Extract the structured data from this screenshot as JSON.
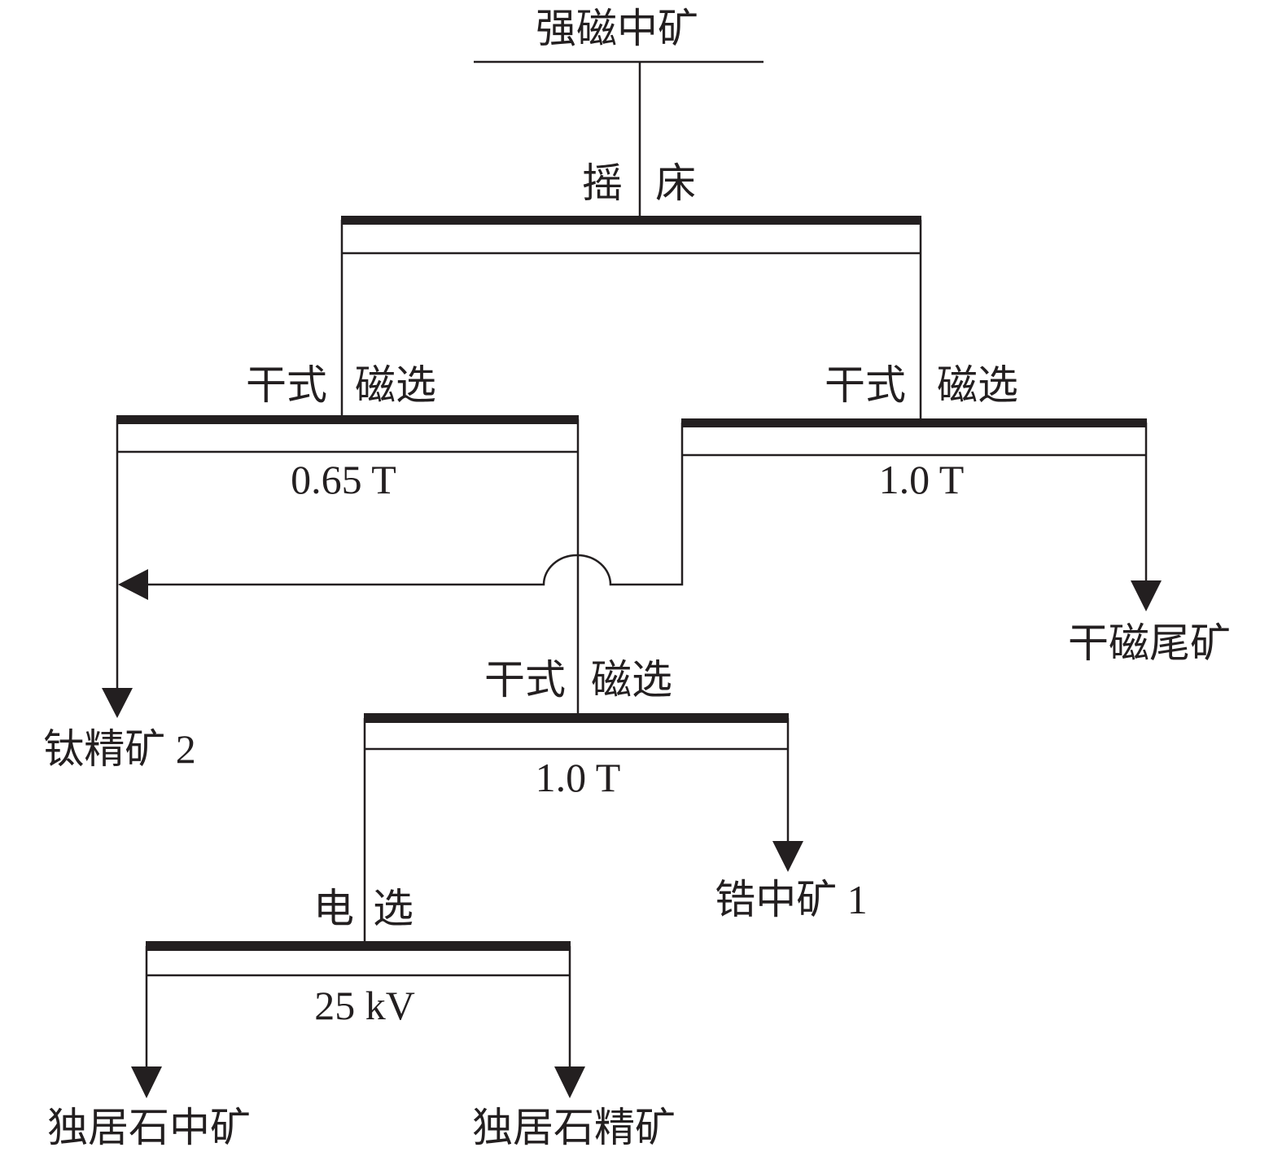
{
  "feed": "强磁中矿",
  "stage1": {
    "label_left": "摇",
    "label_right": "床"
  },
  "stage2_left": {
    "label_left": "干式",
    "label_right": "磁选",
    "setting": "0.65 T"
  },
  "stage2_right": {
    "label_left": "干式",
    "label_right": "磁选",
    "setting": "1.0 T"
  },
  "stage3": {
    "label_left": "干式",
    "label_right": "磁选",
    "setting": "1.0 T"
  },
  "stage4": {
    "label_left": "电",
    "label_right": "选",
    "setting": "25 kV"
  },
  "products": {
    "titanium_concentrate": "钛精矿 2",
    "dry_tailings": "干磁尾矿",
    "zircon_middling": "锆中矿 1",
    "monazite_middling": "独居石中矿",
    "monazite_concentrate": "独居石精矿"
  }
}
